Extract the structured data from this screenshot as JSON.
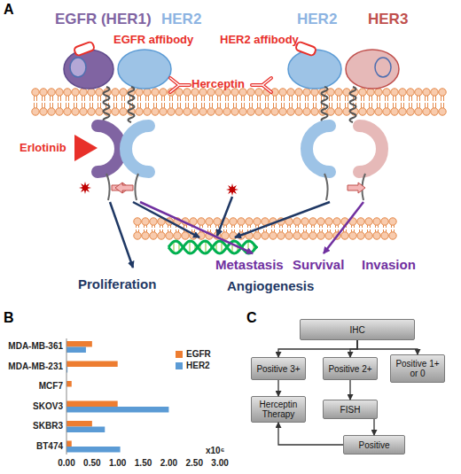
{
  "diagram": {
    "nodes": [
      {
        "text": [
          "IHC"
        ]
      },
      {
        "text": [
          "Positive 3+"
        ]
      },
      {
        "text": [
          "Positive 2+"
        ]
      },
      {
        "text": [
          "Positive 1+ or 0"
        ]
      },
      {
        "text": [
          "Herceptin Therapy"
        ]
      },
      {
        "text": [
          "FISH"
        ]
      },
      {
        "text": [
          "Positive"
        ]
      }
    ],
    "edges": [
      {
        "from": 0,
        "to": 1,
        "arrow": "to"
      },
      {
        "from": 0,
        "to": 2,
        "arrow": "to"
      },
      {
        "from": 0,
        "to": 3,
        "arrow": "to"
      },
      {
        "from": 1,
        "to": 4,
        "arrow": "to"
      },
      {
        "from": 2,
        "to": 5,
        "arrow": "to"
      },
      {
        "from": 5,
        "to": 6,
        "arrow": "to"
      },
      {
        "from": 6,
        "to": 4,
        "arrow": "to"
      }
    ],
    "labels": [
      "A",
      "EGFR (HER1)",
      "HER2",
      "HER2",
      "HER3",
      "EGFR affibody",
      "HER2 affibody",
      "Herceptin",
      "Erlotinib",
      "Metastasis",
      "Survival",
      "Invasion",
      "Proliferation",
      "Angiogenesis",
      "B",
      "MDA-MB-361",
      "MDA-MB-231",
      "MCF7",
      "SKOV3",
      "SKBR3",
      "BT474",
      "0.00",
      "0.50",
      "1.00",
      "1.50",
      "2.00",
      "2.50",
      "3.00",
      "x10⁶",
      "C"
    ],
    "legend": [
      {
        "text": "EGFR",
        "color": "#ED7D31"
      },
      {
        "text": "HER2",
        "color": "#5B9BD5"
      }
    ]
  }
}
